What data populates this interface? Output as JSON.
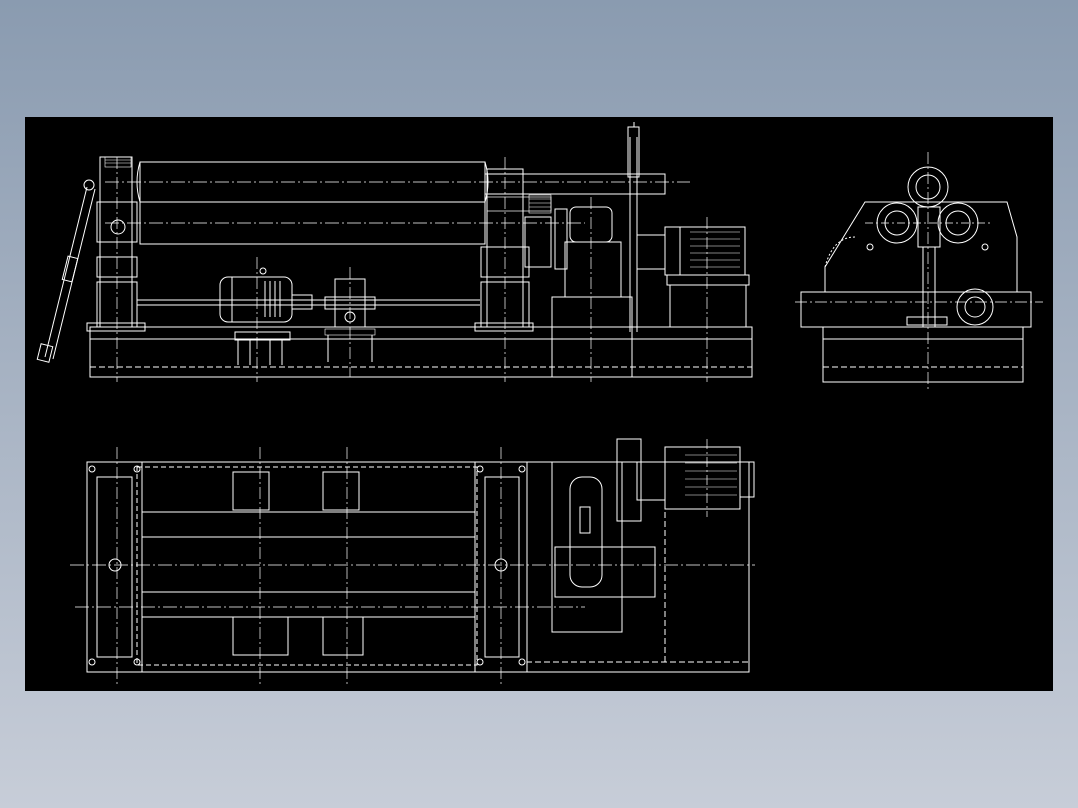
{
  "viewer": {
    "background_top": "#8a9bb0",
    "background_bottom": "#c7cdd8"
  },
  "drawing": {
    "sheet_background": "#000000",
    "line_color": "#ffffff",
    "views": [
      {
        "name": "front-elevation-view"
      },
      {
        "name": "side-elevation-view"
      },
      {
        "name": "plan-view"
      }
    ]
  }
}
